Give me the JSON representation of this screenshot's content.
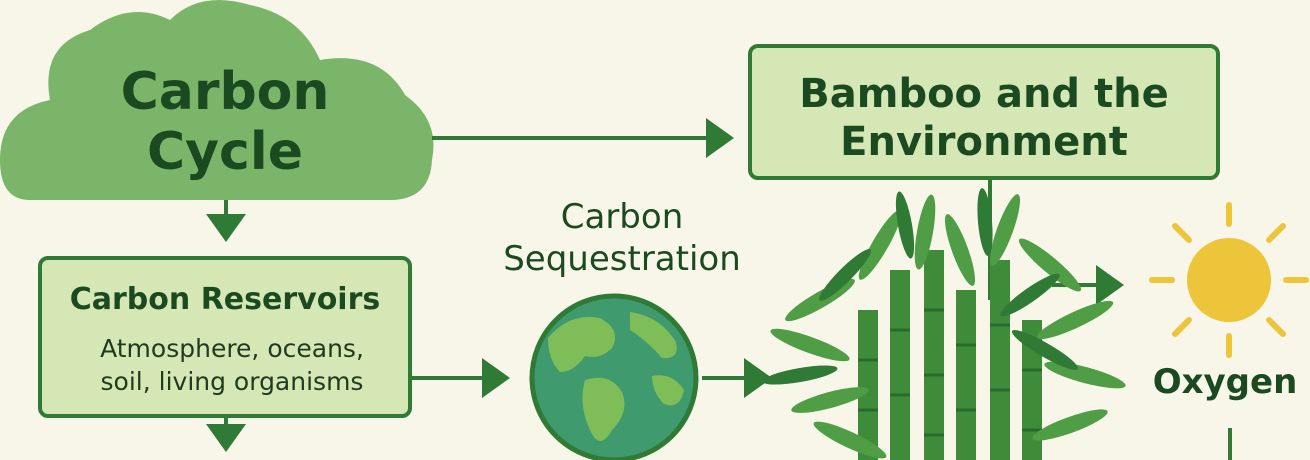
{
  "nodes": {
    "carbon_cycle": "Carbon Cycle",
    "bamboo_environment": "Bamboo and the Environment",
    "carbon_reservoirs": {
      "title": "Carbon Reservoirs",
      "description": "Atmosphere, oceans, soil, living organisms"
    },
    "carbon_sequestration": "Carbon Sequestration",
    "oxygen": "Oxygen"
  },
  "icons": {
    "cloud": "cloud-icon",
    "globe": "globe-icon",
    "bamboo": "bamboo-icon",
    "sun": "sun-icon"
  },
  "colors": {
    "background": "#f8f6e9",
    "cloud_fill": "#7bb56a",
    "box_fill": "#d6e7b6",
    "border": "#2f7a35",
    "text": "#1b4a20",
    "sun": "#ecc53b",
    "ocean": "#3f9a6d",
    "land": "#7ebd57"
  }
}
